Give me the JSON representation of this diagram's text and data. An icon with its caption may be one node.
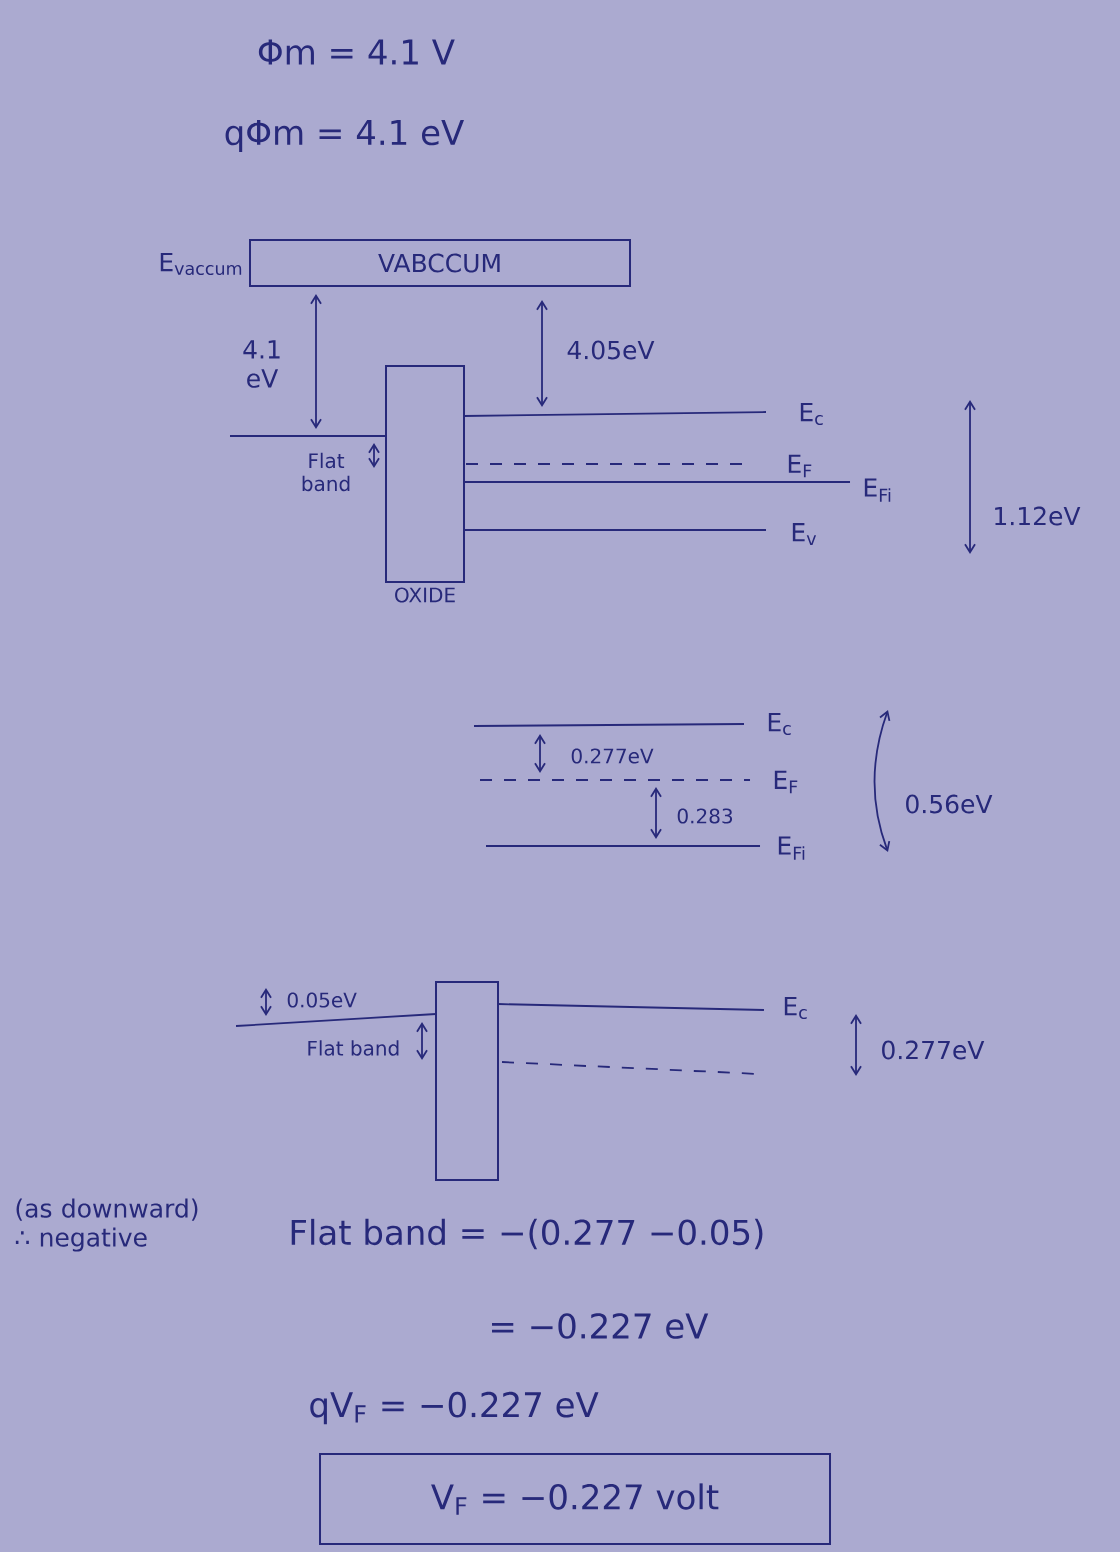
{
  "diagram": {
    "nodes": [
      {
        "text": [
          "VABCCUM"
        ],
        "beside": [
          "E$_{vaccum}$"
        ]
      },
      {
        "text": [
          "OXIDE"
        ]
      },
      {
        "text": [],
        "shape": "box"
      },
      {
        "text": [
          "V$_{F}$ = −0.227 volt"
        ]
      }
    ],
    "labels": [
      "Φm = 4.1 V",
      "qΦm = 4.1 eV",
      "4.1 eV",
      "4.05eV",
      "E$_{c}$",
      "Flat band",
      "E$_{F}$",
      "E$_{Fi}$",
      "1.12eV",
      "E$_{v}$",
      "E$_{c}$",
      "0.277eV",
      "E$_{F}$",
      "0.283",
      "E$_{Fi}$",
      "0.56eV",
      "0.05eV",
      "E$_{c}$",
      "Flat band",
      "0.277eV",
      "(as downward) ∴ negative",
      "Flat band = −(0.277 −0.05)",
      "= −0.227 eV",
      "qV$_{F}$ = −0.227 eV"
    ]
  }
}
